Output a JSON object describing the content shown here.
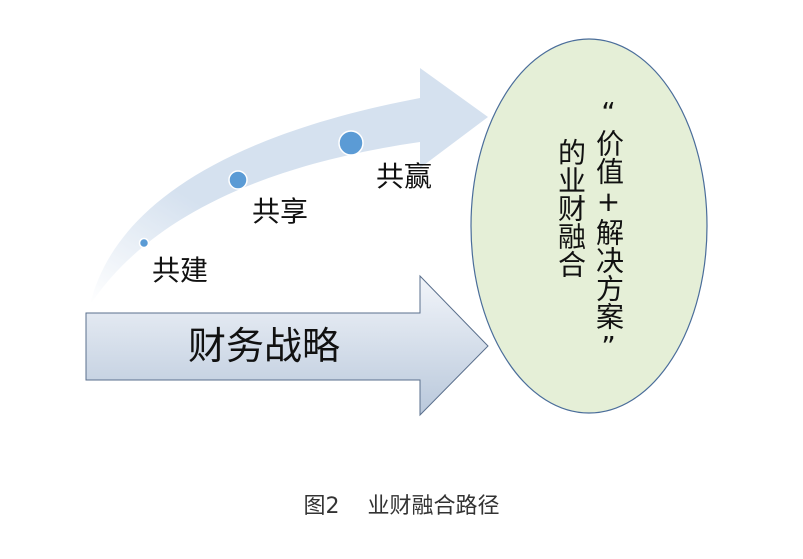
{
  "diagram": {
    "curved_arrow_labels": {
      "first": "共建",
      "second": "共享",
      "third": "共赢"
    },
    "straight_arrow_label": "财务战略",
    "ellipse_text": {
      "column_right": "“价值+解决方案”",
      "column_left": "的业财融合"
    },
    "colors": {
      "curved_arrow_fill": "#d5e1ef",
      "curved_arrow_fade": "#ffffff",
      "straight_arrow_fill_top": "#f2f5fa",
      "straight_arrow_fill_bottom": "#b9c8db",
      "straight_arrow_stroke": "#5a6f8c",
      "ellipse_fill": "#e5efd7",
      "ellipse_stroke": "#4a6d9a",
      "dot_fill": "#5b9bd5",
      "dot_stroke": "#ffffff"
    }
  },
  "caption": {
    "figure_number": "图2",
    "title": "业财融合路径"
  }
}
